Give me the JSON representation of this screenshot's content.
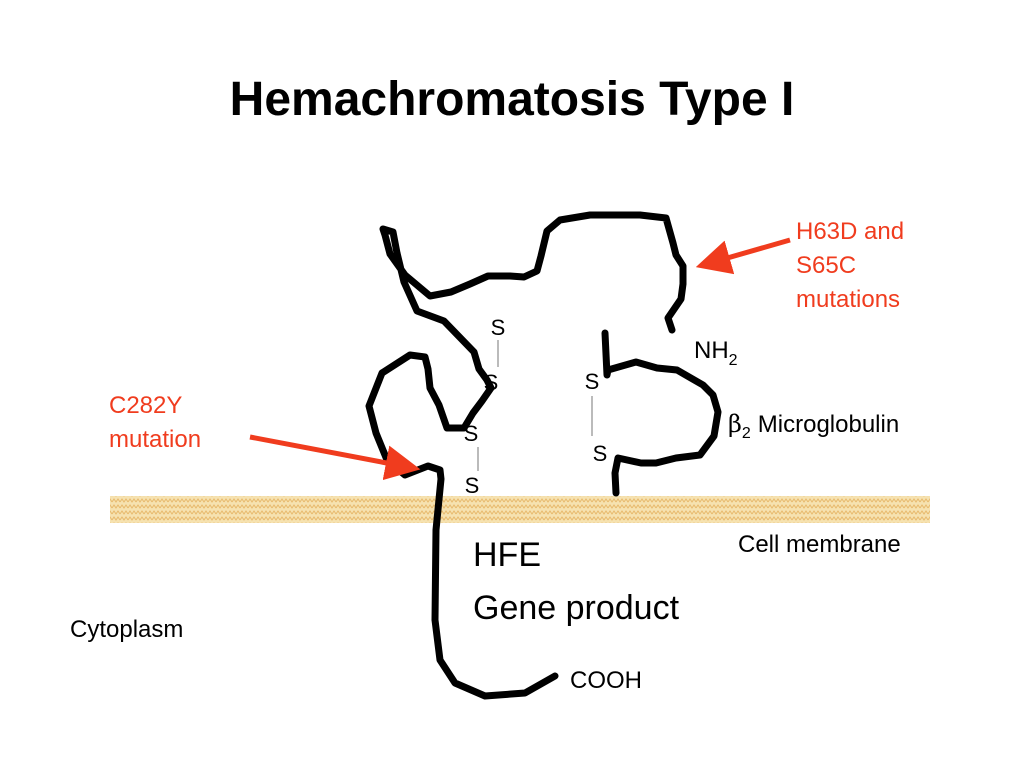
{
  "title": "Hemachromatosis Type I",
  "colors": {
    "mutation_red": "#f03c1e",
    "membrane_fill": "#f6e2b0",
    "membrane_pattern": "#e7b96c",
    "chain": "#000000"
  },
  "mutations": {
    "h63d": [
      "H63D and",
      "S65C",
      "mutations"
    ],
    "c282y": [
      "C282Y",
      "mutation"
    ]
  },
  "labels": {
    "nh2": "NH",
    "nh2_sub": "2",
    "beta": "β",
    "beta_sub": "2",
    "microglobulin": "Microglobulin",
    "cell_membrane": "Cell membrane",
    "hfe": "HFE",
    "gene_product": "Gene product",
    "cytoplasm": "Cytoplasm",
    "cooh": "COOH"
  },
  "disulfides": {
    "s1a": "S",
    "s1b": "S",
    "s2a": "S",
    "s2b": "S",
    "s3a": "S",
    "s3b": "S"
  }
}
